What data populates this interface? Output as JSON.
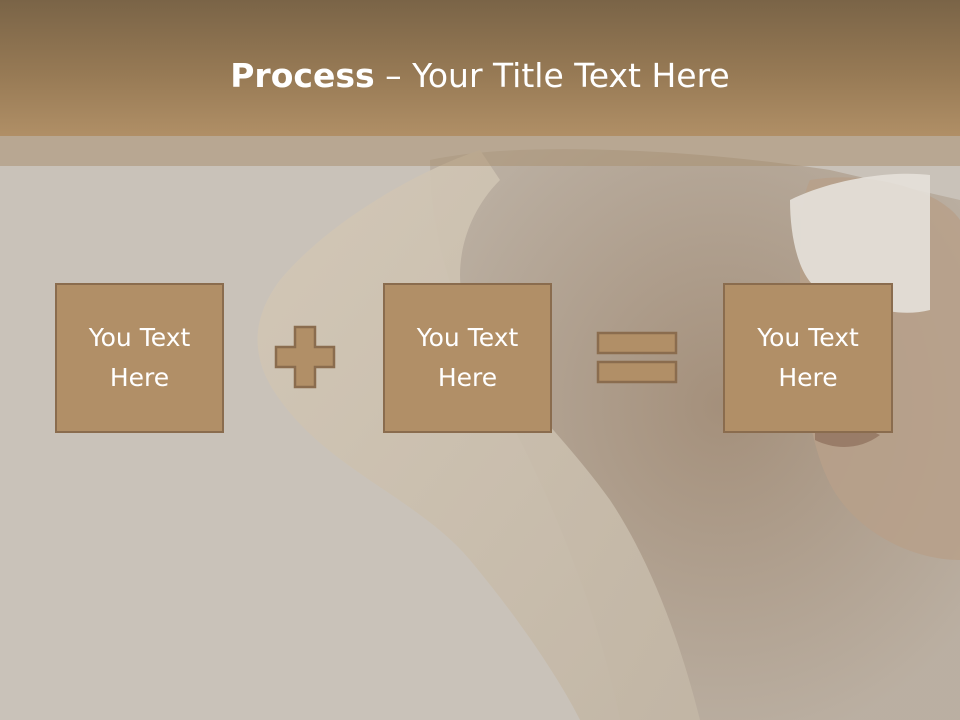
{
  "slide": {
    "title_bold": "Process",
    "title_rest": " – Your Title Text Here",
    "boxes": [
      {
        "label": "You Text Here"
      },
      {
        "label": "You Text Here"
      },
      {
        "label": "You Text Here"
      }
    ],
    "operators": [
      "plus-icon",
      "equals-icon"
    ],
    "colors": {
      "header_top": "#7a6447",
      "header_bottom": "#b08f66",
      "box_fill": "#b18f67",
      "box_border": "#8a6c4e",
      "background": "#c8c1b8"
    }
  }
}
